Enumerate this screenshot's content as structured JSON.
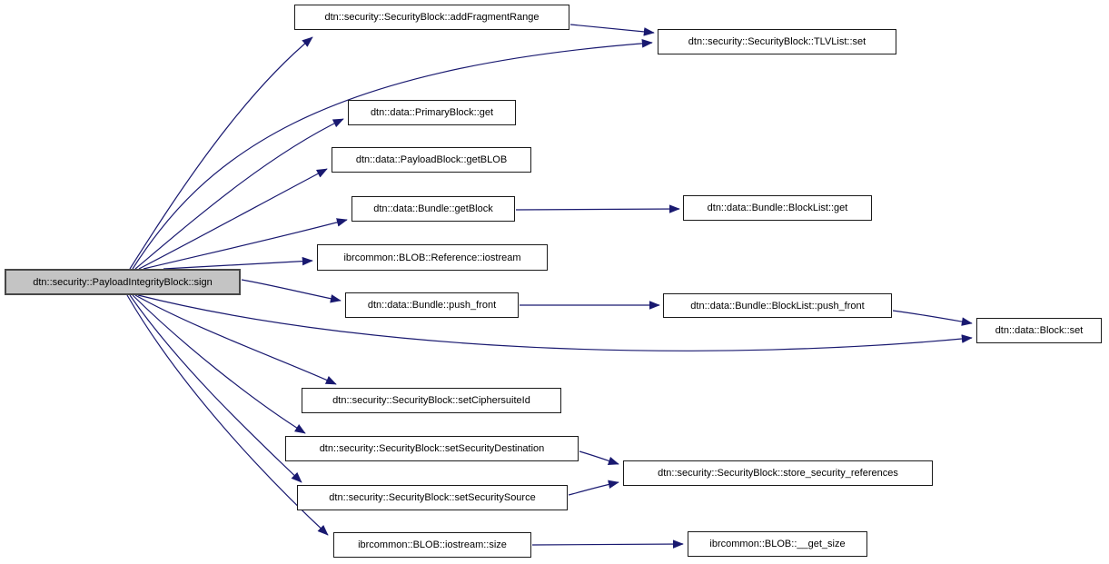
{
  "diagram": {
    "kind": "call-graph",
    "background_color": "#ffffff",
    "edge_color": "#191970",
    "node_fill": "#ffffff",
    "node_border": "#1a1a1a",
    "root_fill": "#c4c4c4",
    "root_border": "#474747"
  },
  "graph": {
    "nodes": [
      {
        "id": "sign",
        "label": "dtn::security::PayloadIntegrityBlock::sign",
        "role": "root"
      },
      {
        "id": "addFragmentRange",
        "label": "dtn::security::SecurityBlock::addFragmentRange",
        "role": "callee"
      },
      {
        "id": "tlvlist_set",
        "label": "dtn::security::SecurityBlock::TLVList::set",
        "role": "callee"
      },
      {
        "id": "primaryblock_get",
        "label": "dtn::data::PrimaryBlock::get",
        "role": "callee"
      },
      {
        "id": "getblob",
        "label": "dtn::data::PayloadBlock::getBLOB",
        "role": "callee"
      },
      {
        "id": "getblock",
        "label": "dtn::data::Bundle::getBlock",
        "role": "callee"
      },
      {
        "id": "blocklist_get",
        "label": "dtn::data::Bundle::BlockList::get",
        "role": "callee"
      },
      {
        "id": "reference_iostream",
        "label": "ibrcommon::BLOB::Reference::iostream",
        "role": "callee"
      },
      {
        "id": "bundle_push_front",
        "label": "dtn::data::Bundle::push_front",
        "role": "callee"
      },
      {
        "id": "blocklist_push_front",
        "label": "dtn::data::Bundle::BlockList::push_front",
        "role": "callee"
      },
      {
        "id": "block_set",
        "label": "dtn::data::Block::set",
        "role": "callee"
      },
      {
        "id": "setciphersuiteid",
        "label": "dtn::security::SecurityBlock::setCiphersuiteId",
        "role": "callee"
      },
      {
        "id": "setsecuritydestination",
        "label": "dtn::security::SecurityBlock::setSecurityDestination",
        "role": "callee"
      },
      {
        "id": "setsecuritysource",
        "label": "dtn::security::SecurityBlock::setSecuritySource",
        "role": "callee"
      },
      {
        "id": "store_security_references",
        "label": "dtn::security::SecurityBlock::store_security_references",
        "role": "callee"
      },
      {
        "id": "iostream_size",
        "label": "ibrcommon::BLOB::iostream::size",
        "role": "callee"
      },
      {
        "id": "get_size",
        "label": "ibrcommon::BLOB::__get_size",
        "role": "callee"
      }
    ],
    "edges": [
      {
        "from": "sign",
        "to": "addFragmentRange"
      },
      {
        "from": "sign",
        "to": "tlvlist_set"
      },
      {
        "from": "sign",
        "to": "primaryblock_get"
      },
      {
        "from": "sign",
        "to": "getblob"
      },
      {
        "from": "sign",
        "to": "getblock"
      },
      {
        "from": "sign",
        "to": "reference_iostream"
      },
      {
        "from": "sign",
        "to": "bundle_push_front"
      },
      {
        "from": "sign",
        "to": "block_set"
      },
      {
        "from": "sign",
        "to": "setciphersuiteid"
      },
      {
        "from": "sign",
        "to": "setsecuritydestination"
      },
      {
        "from": "sign",
        "to": "setsecuritysource"
      },
      {
        "from": "sign",
        "to": "iostream_size"
      },
      {
        "from": "addFragmentRange",
        "to": "tlvlist_set"
      },
      {
        "from": "getblock",
        "to": "blocklist_get"
      },
      {
        "from": "bundle_push_front",
        "to": "blocklist_push_front"
      },
      {
        "from": "blocklist_push_front",
        "to": "block_set"
      },
      {
        "from": "setsecuritydestination",
        "to": "store_security_references"
      },
      {
        "from": "setsecuritysource",
        "to": "store_security_references"
      },
      {
        "from": "iostream_size",
        "to": "get_size"
      }
    ]
  }
}
